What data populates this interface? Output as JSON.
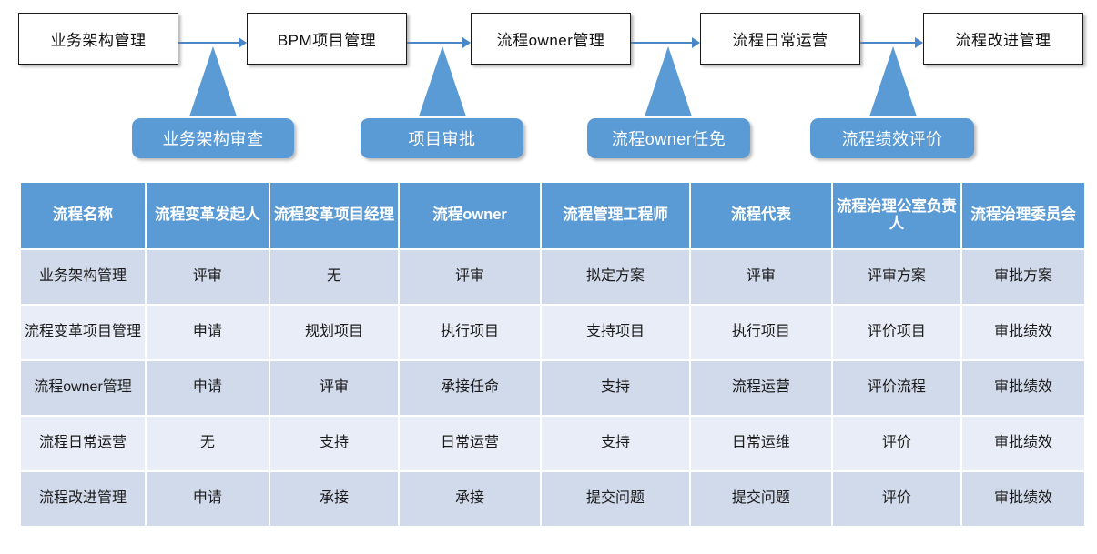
{
  "flow": {
    "boxes": [
      {
        "label": "业务架构管理"
      },
      {
        "label": "BPM项目管理"
      },
      {
        "label": "流程owner管理"
      },
      {
        "label": "流程日常运营"
      },
      {
        "label": "流程改进管理"
      }
    ],
    "pills": [
      {
        "label": "业务架构审查"
      },
      {
        "label": "项目审批"
      },
      {
        "label": "流程owner任免"
      },
      {
        "label": "流程绩效评价"
      }
    ],
    "accent_color": "#5B9BD5",
    "arrow_color": "#4A87C7"
  },
  "table": {
    "headers": [
      "流程名称",
      "流程变革发起人",
      "流程变革项目经理",
      "流程owner",
      "流程管理工程师",
      "流程代表",
      "流程治理公室负责人",
      "流程治理委员会"
    ],
    "rows": [
      {
        "name": "业务架构管理",
        "cells": [
          "评审",
          "无",
          "评审",
          "拟定方案",
          "评审",
          "评审方案",
          "审批方案"
        ]
      },
      {
        "name": "流程变革项目管理",
        "cells": [
          "申请",
          "规划项目",
          "执行项目",
          "支持项目",
          "执行项目",
          "评价项目",
          "审批绩效"
        ]
      },
      {
        "name": "流程owner管理",
        "cells": [
          "申请",
          "评审",
          "承接任命",
          "支持",
          "流程运营",
          "评价流程",
          "审批绩效"
        ]
      },
      {
        "name": "流程日常运营",
        "cells": [
          "无",
          "支持",
          "日常运营",
          "支持",
          "日常运维",
          "评价",
          "审批绩效"
        ]
      },
      {
        "name": "流程改进管理",
        "cells": [
          "申请",
          "承接",
          "承接",
          "提交问题",
          "提交问题",
          "评价",
          "审批绩效"
        ]
      }
    ],
    "header_bg": "#5B9BD5",
    "band_dark": "#D1DAEA",
    "band_light": "#E8EDF7"
  }
}
